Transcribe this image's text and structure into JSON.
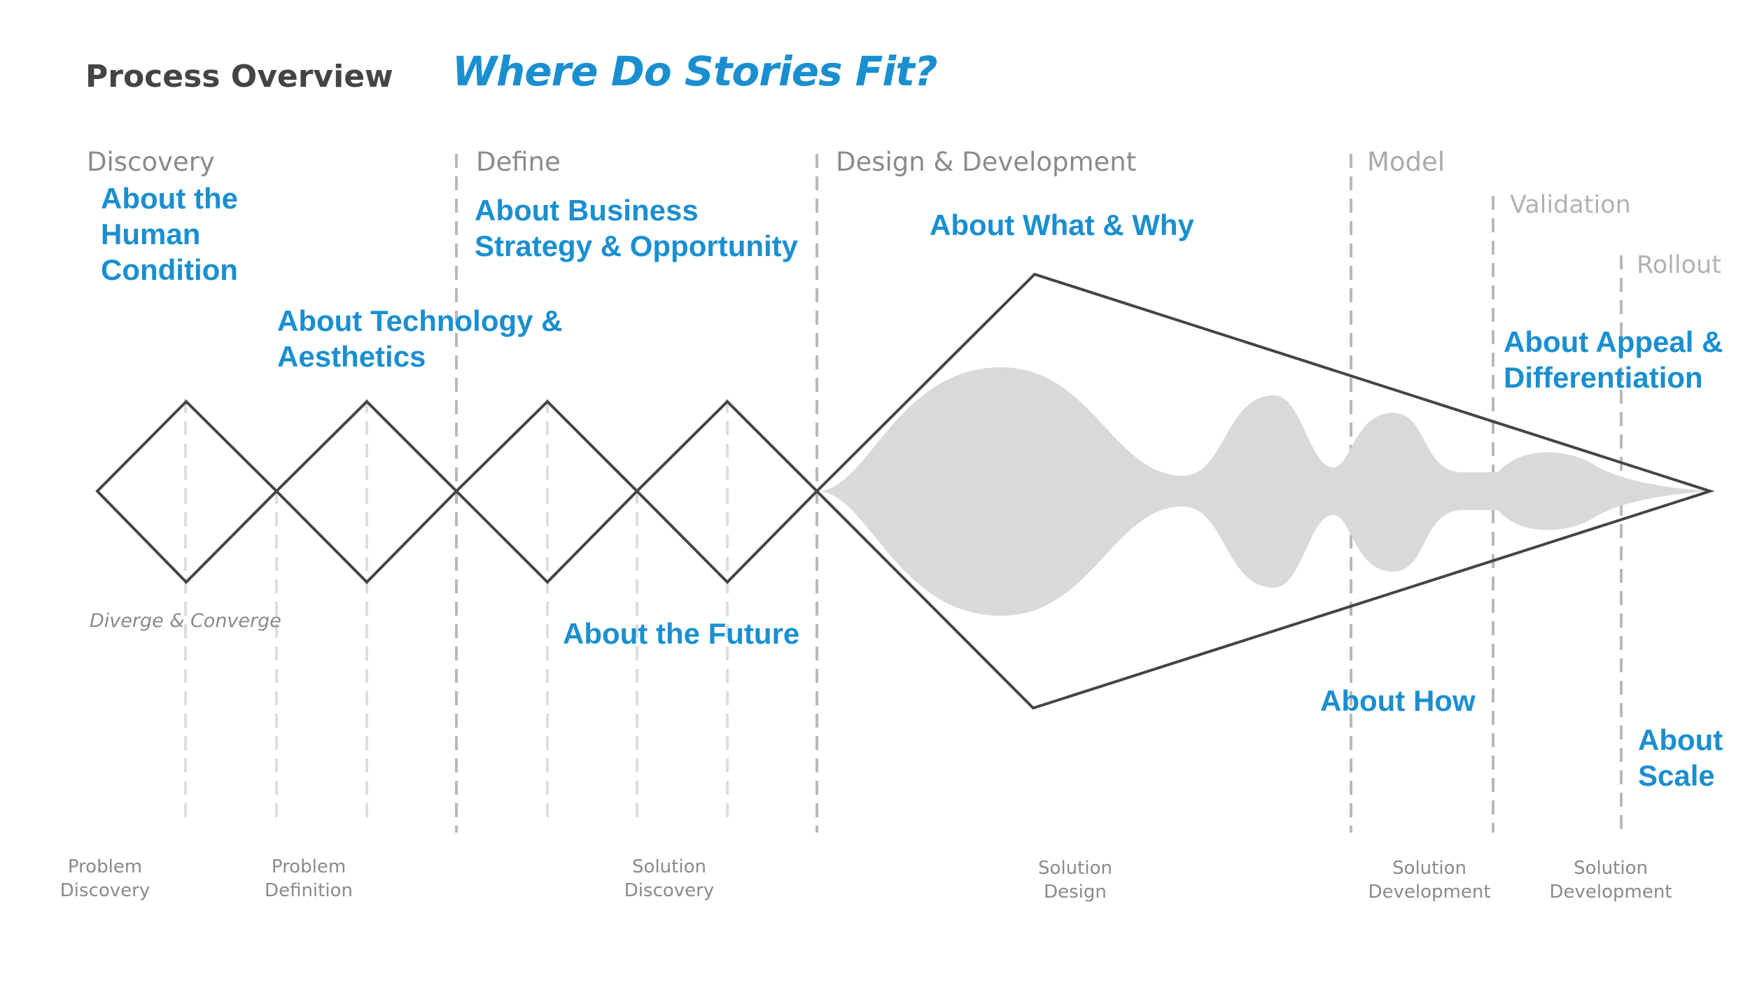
{
  "header": {
    "title": "Process Overview",
    "heading": "Where Do Stories Fit?"
  },
  "phases": {
    "discovery": "Discovery",
    "define": "Define",
    "design_development": "Design & Development",
    "model": "Model",
    "validation": "Validation",
    "rollout": "Rollout"
  },
  "story_topics": {
    "human_condition": [
      "About the",
      "Human",
      "Condition"
    ],
    "technology": [
      "About Technology &",
      "Aesthetics"
    ],
    "business": [
      "About Business",
      "Strategy & Opportunity"
    ],
    "future": "About the Future",
    "what_why": "About What & Why",
    "how": "About How",
    "appeal": [
      "About Appeal &",
      "Differentiation"
    ],
    "scale": [
      "About",
      "Scale"
    ]
  },
  "annotation": "Diverge & Converge",
  "stages": [
    [
      "Problem",
      "Discovery"
    ],
    [
      "Problem",
      "Definition"
    ],
    [
      "Solution",
      "Discovery"
    ],
    [
      "Solution",
      "Design"
    ],
    [
      "Solution",
      "Development"
    ],
    [
      "Solution",
      "Development"
    ]
  ],
  "colors": {
    "accent": "#1a8fd0",
    "outline": "#444444",
    "dashed_dark": "#b8b8b8",
    "dashed_light": "#dddddd",
    "shape_fill": "#d9d9d9",
    "muted_text": "#8a8a8a"
  }
}
